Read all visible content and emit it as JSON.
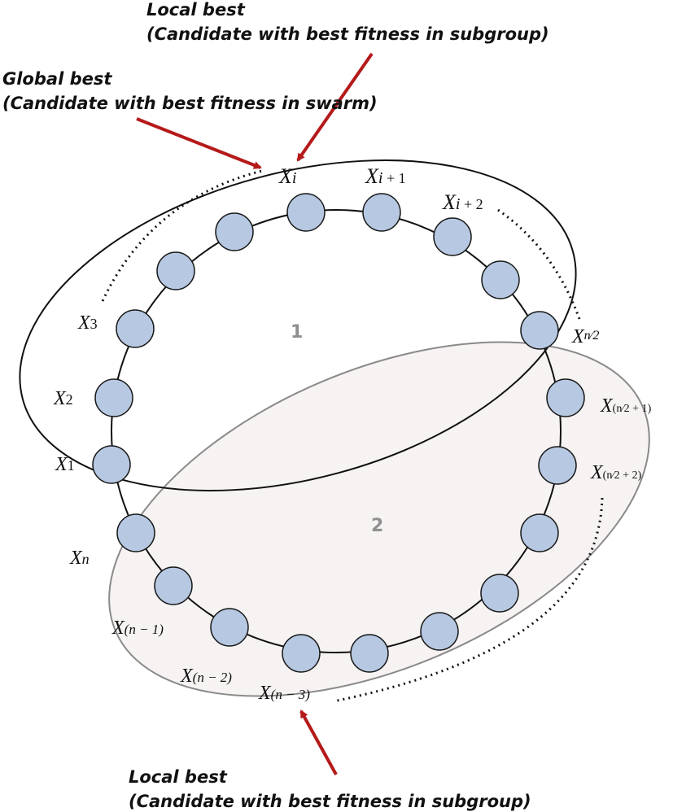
{
  "annotations": {
    "local_best_top": {
      "title": "Local best",
      "desc": "(Candidate with best fitness in subgroup)"
    },
    "global_best": {
      "title": "Global best",
      "desc": "(Candidate with best fitness in swarm)"
    },
    "local_best_bottom": {
      "title": "Local best",
      "desc": "(Candidate with best fitness in subgroup)"
    }
  },
  "groups": {
    "one": "1",
    "two": "2"
  },
  "labels": {
    "xi": {
      "base": "X",
      "sub": "i"
    },
    "xi1": {
      "base": "X",
      "sub": "i",
      "rest": " + 1"
    },
    "xi2": {
      "base": "X",
      "sub": "i",
      "rest": " + 2"
    },
    "x3": {
      "base": "X",
      "sub": "3"
    },
    "x2": {
      "base": "X",
      "sub": "2"
    },
    "x1": {
      "base": "X",
      "sub": "1"
    },
    "xn2": {
      "base": "X",
      "sup": "n⁄2"
    },
    "xn21": {
      "base": "X",
      "sub": "(n⁄2 + 1)"
    },
    "xn22": {
      "base": "X",
      "sub": "(n⁄2 + 2)"
    },
    "xn": {
      "base": "X",
      "sub": "n"
    },
    "xnm1": {
      "base": "X",
      "sub": "(n − 1)"
    },
    "xnm2": {
      "base": "X",
      "sub": "(n − 2)"
    },
    "xnm3": {
      "base": "X",
      "sub": "(n − 3)"
    }
  },
  "colors": {
    "node_fill": "#b7c9e2",
    "node_stroke": "#1a1a1a",
    "arrow": "#b51a1a",
    "group2_fill": "#f7f3f3",
    "group2_stroke": "#8a8a8a",
    "ring": "#111111"
  }
}
